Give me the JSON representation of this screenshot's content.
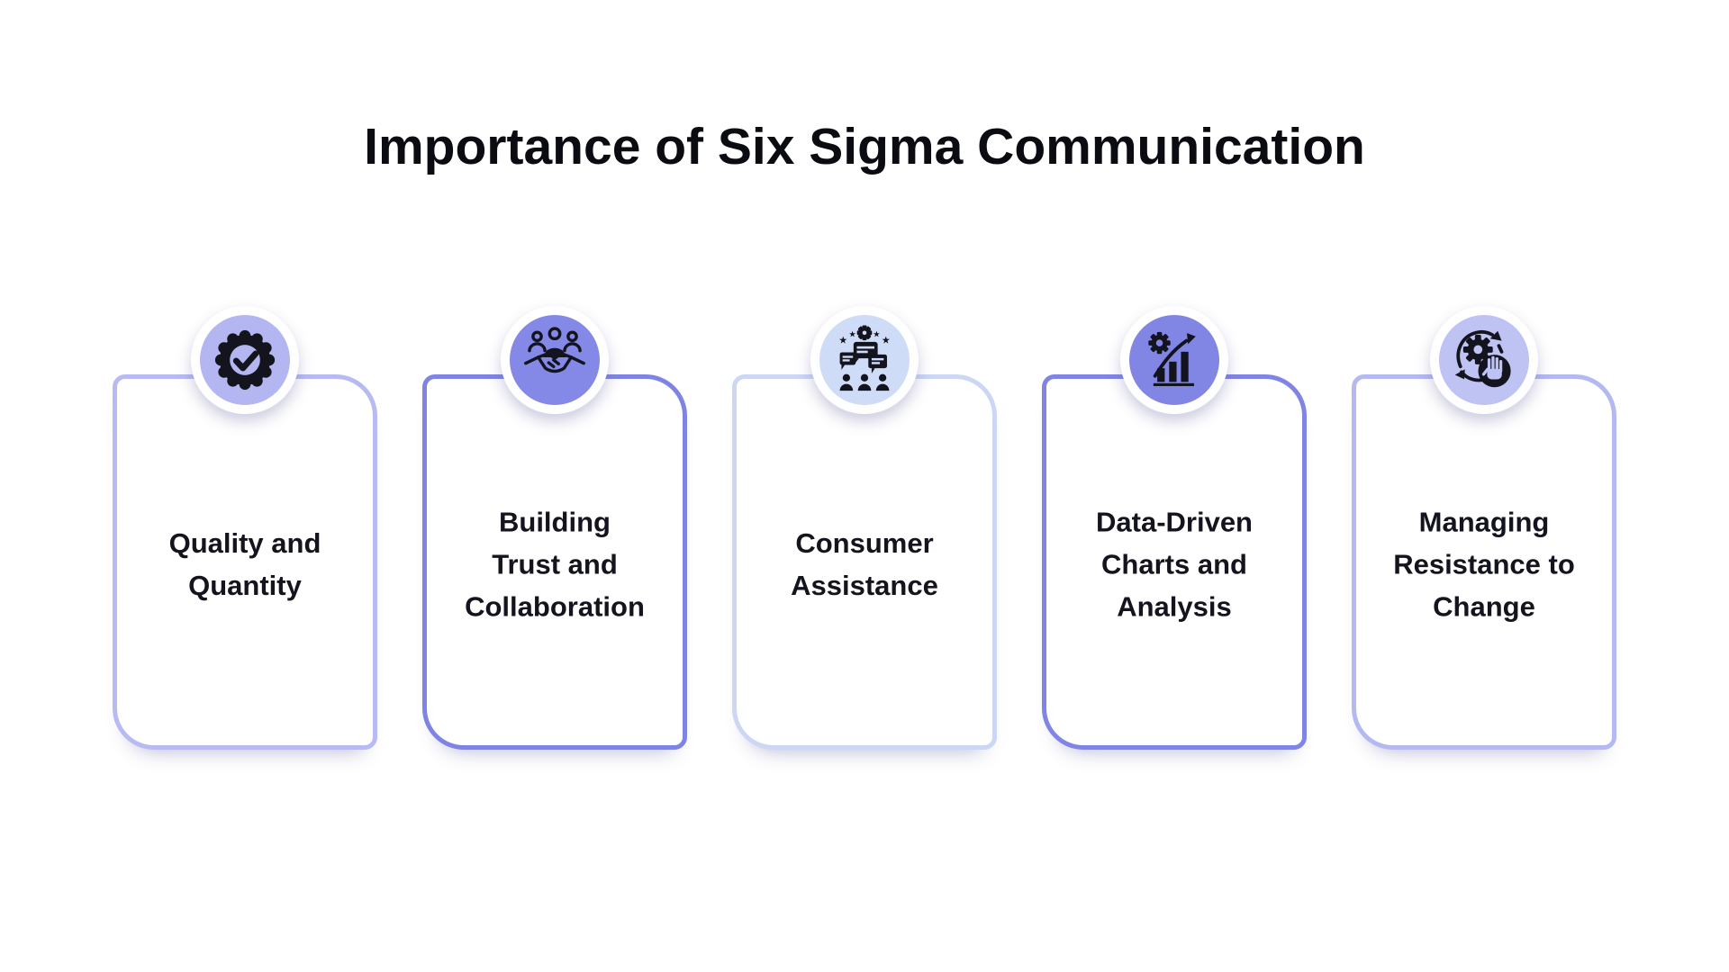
{
  "page": {
    "title": "Importance of Six Sigma Communication"
  },
  "colors": {
    "background": "#ffffff",
    "title": "#0b0b12",
    "text": "#14141e",
    "icon_ink": "#14141e",
    "ring": "#ffffff"
  },
  "cards": [
    {
      "label": "Quality and\nQuantity",
      "icon": "badge-check-icon",
      "border_color": "#b7baf3",
      "circle_color": "#b3b6f0"
    },
    {
      "label": "Building\nTrust and\nCollaboration",
      "icon": "team-handshake-icon",
      "border_color": "#7f84e4",
      "circle_color": "#8488e6"
    },
    {
      "label": "Consumer\nAssistance",
      "icon": "customer-chat-icon",
      "border_color": "#cbd7f5",
      "circle_color": "#cfdcf7"
    },
    {
      "label": "Data-Driven\nCharts and\nAnalysis",
      "icon": "growth-chart-gear-icon",
      "border_color": "#8084e5",
      "circle_color": "#8186e4"
    },
    {
      "label": "Managing\nResistance to\nChange",
      "icon": "change-resistance-hand-icon",
      "border_color": "#b4b9f2",
      "circle_color": "#bfc3f4"
    }
  ]
}
